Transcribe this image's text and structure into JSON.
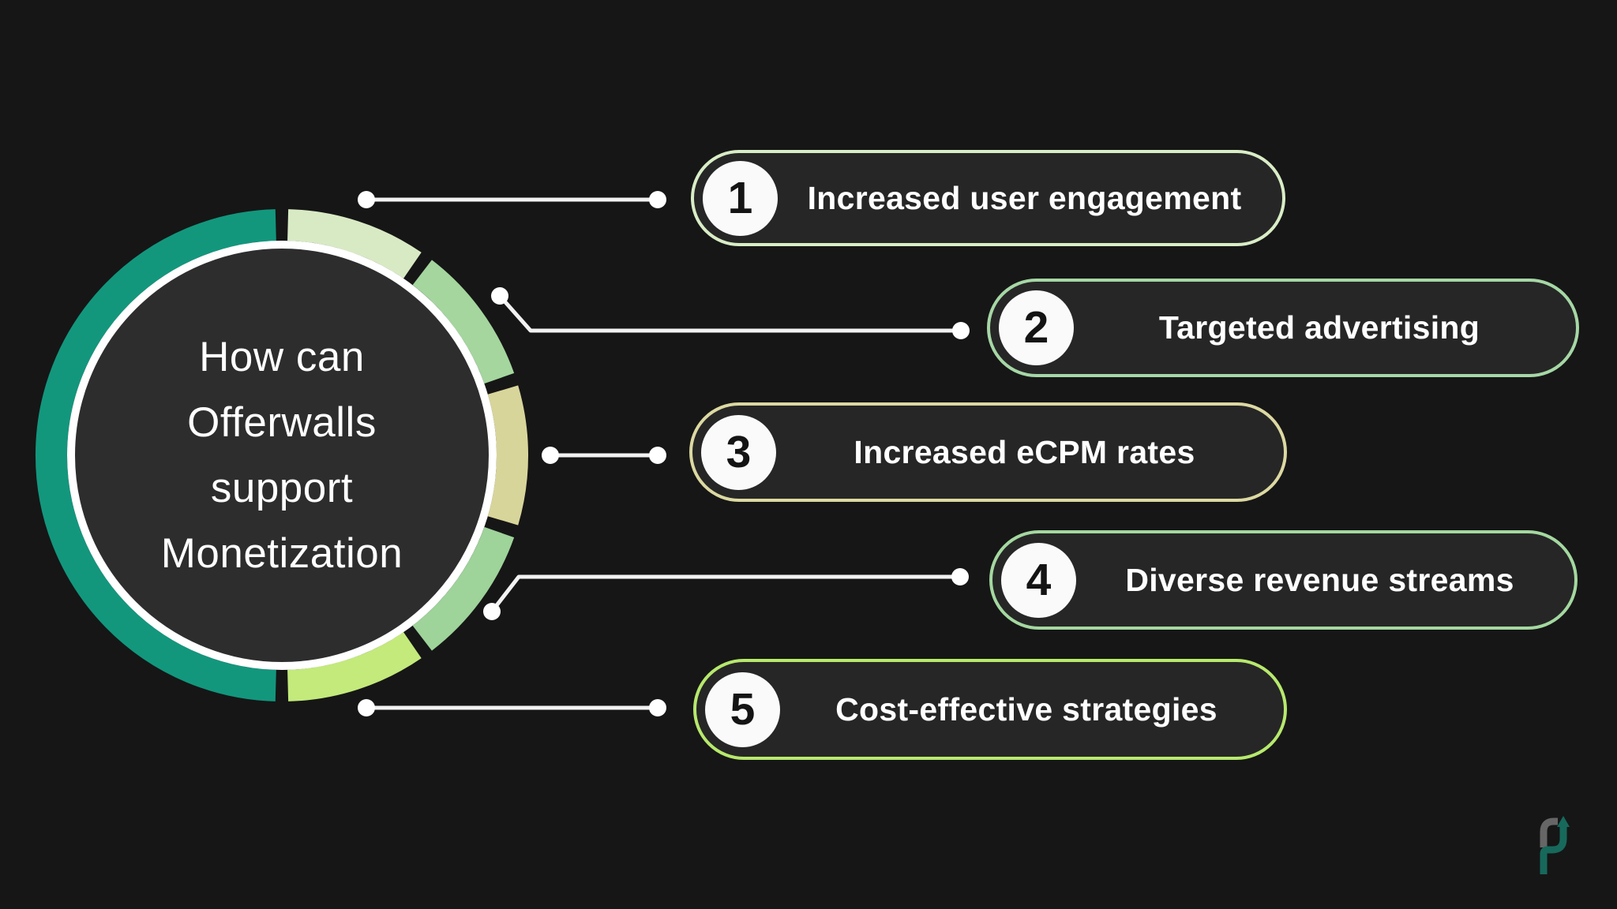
{
  "title": {
    "text": "How can\nOfferwalls\nsupport\nMonetization"
  },
  "items": [
    {
      "number": "1",
      "label": "Increased user engagement",
      "accent": "#d9edc6",
      "segment_color": "#d8eac4"
    },
    {
      "number": "2",
      "label": "Targeted advertising",
      "accent": "#a6d7a6",
      "segment_color": "#a4d69e"
    },
    {
      "number": "3",
      "label": "Increased eCPM rates",
      "accent": "#dcd9a2",
      "segment_color": "#d8d59b"
    },
    {
      "number": "4",
      "label": "Diverse revenue streams",
      "accent": "#a4d8a0",
      "segment_color": "#9ed39a"
    },
    {
      "number": "5",
      "label": "Cost-effective strategies",
      "accent": "#b7e96d",
      "segment_color": "#c3ea7b"
    }
  ],
  "ring": {
    "left_half_color": "#12977d",
    "inner_border_color": "#ffffff",
    "inner_circle_color": "#2d2d2d"
  },
  "connectors": {
    "color": "#f2f2f2",
    "dot_color": "#ffffff"
  },
  "colors": {
    "background": "#161616",
    "pill_background": "#262626",
    "pill_text": "#ffffff",
    "badge_background": "#fafafa",
    "badge_number": "#141414"
  },
  "logo": {
    "name": "p-arrow-logo",
    "gray": "#666666",
    "teal": "#17695c"
  }
}
